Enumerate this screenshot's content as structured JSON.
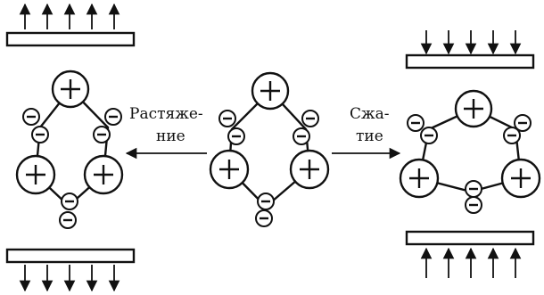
{
  "labels": {
    "stretch_line1": "Растяже-",
    "stretch_line2": "ние",
    "compress_line1": "Сжа-",
    "compress_line2": "тие"
  }
}
